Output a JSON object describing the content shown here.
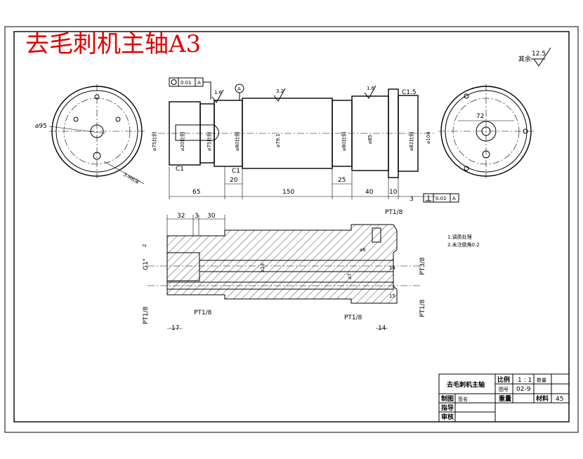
{
  "title": "去毛刺机主轴A3",
  "surface_finish_note": "其余",
  "surface_finish_value": "12.5",
  "tolerance_frame_top": {
    "value": "0.01",
    "datum": "A"
  },
  "tolerance_frame_mid": {
    "value": "0.01",
    "datum": "A"
  },
  "datum_label": "A",
  "roughness_labels": [
    "1.6",
    "3.2",
    "1.6"
  ],
  "left_view": {
    "dia": "⌀95",
    "thread": "3-M6深"
  },
  "right_view": {
    "dim": "72"
  },
  "front_view_dims": {
    "d1": "⌀75比例",
    "d2": "⌀20比例",
    "d3": "⌀75比例",
    "d4": "⌀80比例",
    "d5": "⌀79.1",
    "d6": "⌀80比例",
    "d7": "⌀85",
    "d8": "⌀82比例",
    "d9": "⌀104",
    "c_left": "C1",
    "c_mid": "C1",
    "c_right": "C1.5"
  },
  "length_dims": {
    "l1": "65",
    "l2": "20",
    "l3": "150",
    "l4": "25",
    "l5": "40",
    "l6": "10",
    "l7": "3"
  },
  "section_dims": {
    "a": "32",
    "b": "3",
    "c": "30",
    "h": "2",
    "thread_left": "G1\"",
    "pt_left": "PT1/8",
    "pt_left2": "PT1/8",
    "pt_top": "PT1/8",
    "pt_bottom": "PT1/8",
    "pt_right1": "PT3/8",
    "pt_right2": "PT1/8",
    "d6": "⌀6",
    "d7": "⌀7",
    "d13": "⌀13",
    "b17": "17",
    "b14": "14",
    "r18": "18",
    "r15": "15"
  },
  "notes": [
    "1.调质处理",
    "2.未注倒角0.2"
  ],
  "title_block": {
    "part_name": "去毛刺机主轴",
    "scale_label": "比例",
    "scale_value": "1 : 1",
    "sheet_label": "图号",
    "sheet_value": "02-9",
    "drawn_label": "制图",
    "drawn_value": "签名",
    "weight_label": "重量",
    "material_label": "材料",
    "material_value": "45",
    "guide_label": "指导",
    "review_label": "审核",
    "extra_label": "数量"
  }
}
